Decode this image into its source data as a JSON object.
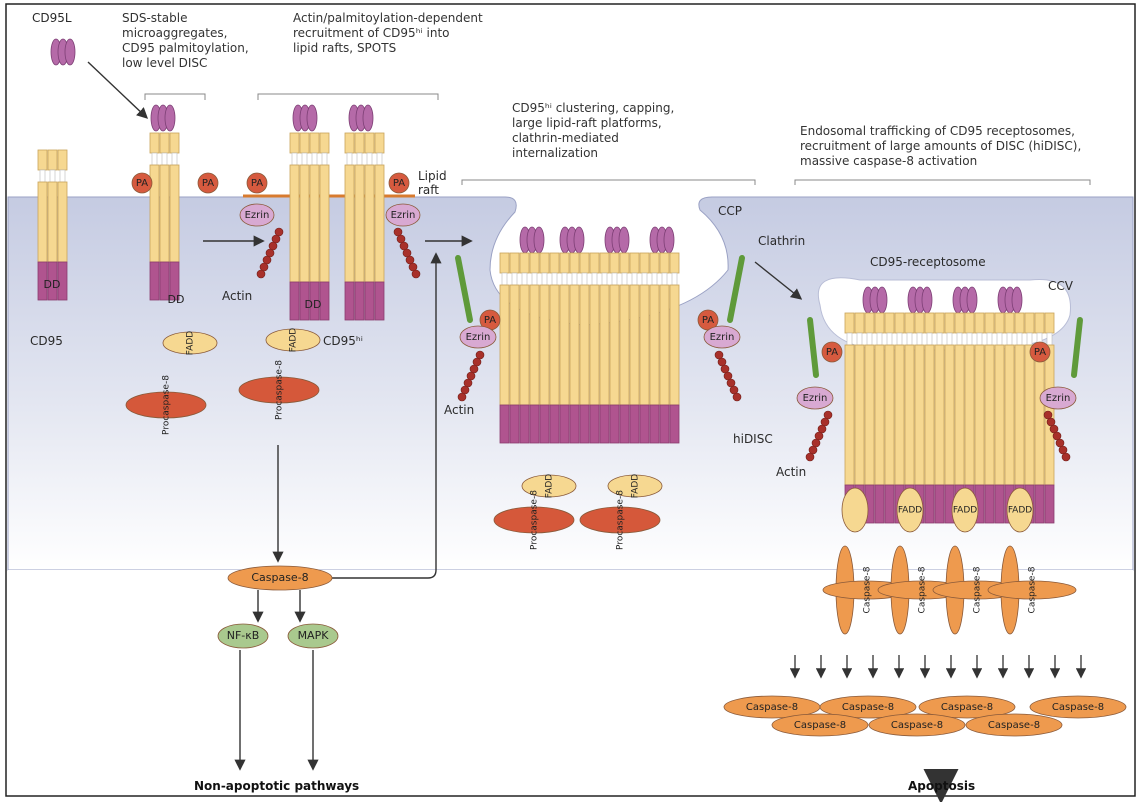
{
  "colors": {
    "membrane_top": "#c9cfe4",
    "membrane_bottom": "#f4f5fa",
    "receptor_body": "#f6d891",
    "receptor_edge": "#c9a45a",
    "death_domain": "#b0548f",
    "ligand": "#b56aa8",
    "pa": "#d65a3f",
    "ezrin": "#d8a9d2",
    "actin": "#a8302a",
    "fadd": "#f6d891",
    "procaspase": "#d5583a",
    "caspase": "#ee9a4e",
    "clathrin": "#5f9a3a",
    "nfkb_mapk": "#a9c98e",
    "lipid_raft": "#d87b2f"
  },
  "captions": {
    "stage1": [
      "SDS-stable",
      "microaggregates,",
      "CD95 palmitoylation,",
      "low level DISC"
    ],
    "stage2": [
      "Actin/palmitoylation-dependent",
      "recruitment of CD95ʰⁱ into",
      "lipid rafts, SPOTS"
    ],
    "stage3": [
      "CD95ʰⁱ clustering, capping,",
      "large lipid-raft platforms,",
      "clathrin-mediated",
      "internalization"
    ],
    "stage4": [
      "Endosomal trafficking of CD95 receptosomes,",
      "recruitment of large amounts of DISC (hiDISC),",
      "massive caspase-8 activation"
    ]
  },
  "labels": {
    "cd95l": "CD95L",
    "cd95": "CD95",
    "cd95hi": "CD95ʰⁱ",
    "dd": "DD",
    "pa": "PA",
    "ezrin": "Ezrin",
    "actin": "Actin",
    "fadd": "FADD",
    "procaspase8": "Procaspase-8",
    "caspase8": "Caspase-8",
    "lipid_raft": [
      "Lipid",
      "raft"
    ],
    "ccp": "CCP",
    "ccv": "CCV",
    "clathrin": "Clathrin",
    "receptosome": "CD95-receptosome",
    "hidisc": "hiDISC",
    "nfkb": "NF-κB",
    "mapk": "MAPK",
    "non_apoptotic": "Non-apoptotic pathways",
    "apoptosis": "Apoptosis"
  }
}
